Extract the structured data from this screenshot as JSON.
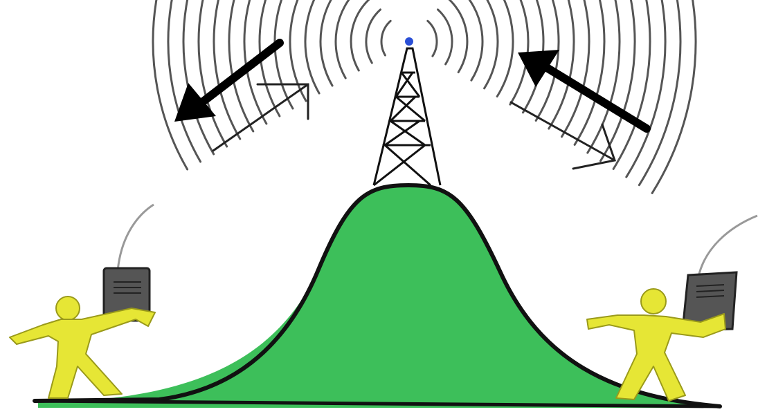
{
  "diagram": {
    "subject": "radio-repeater-on-hill",
    "elements": [
      "signal-waves-left",
      "signal-waves-right",
      "radio-tower",
      "hill",
      "person-left-with-radio",
      "person-right-with-radio",
      "thick-arrow-left",
      "thick-arrow-right",
      "thin-arrow-left",
      "thin-arrow-right"
    ],
    "colors": {
      "hill": "#3dbf5a",
      "outline": "#111111",
      "waves": "#555555",
      "person": "#e6e635",
      "person_outline": "#9a9a1a",
      "radio": "#555555",
      "antenna": "#999999",
      "tower_tip": "#2a4fd6"
    }
  }
}
